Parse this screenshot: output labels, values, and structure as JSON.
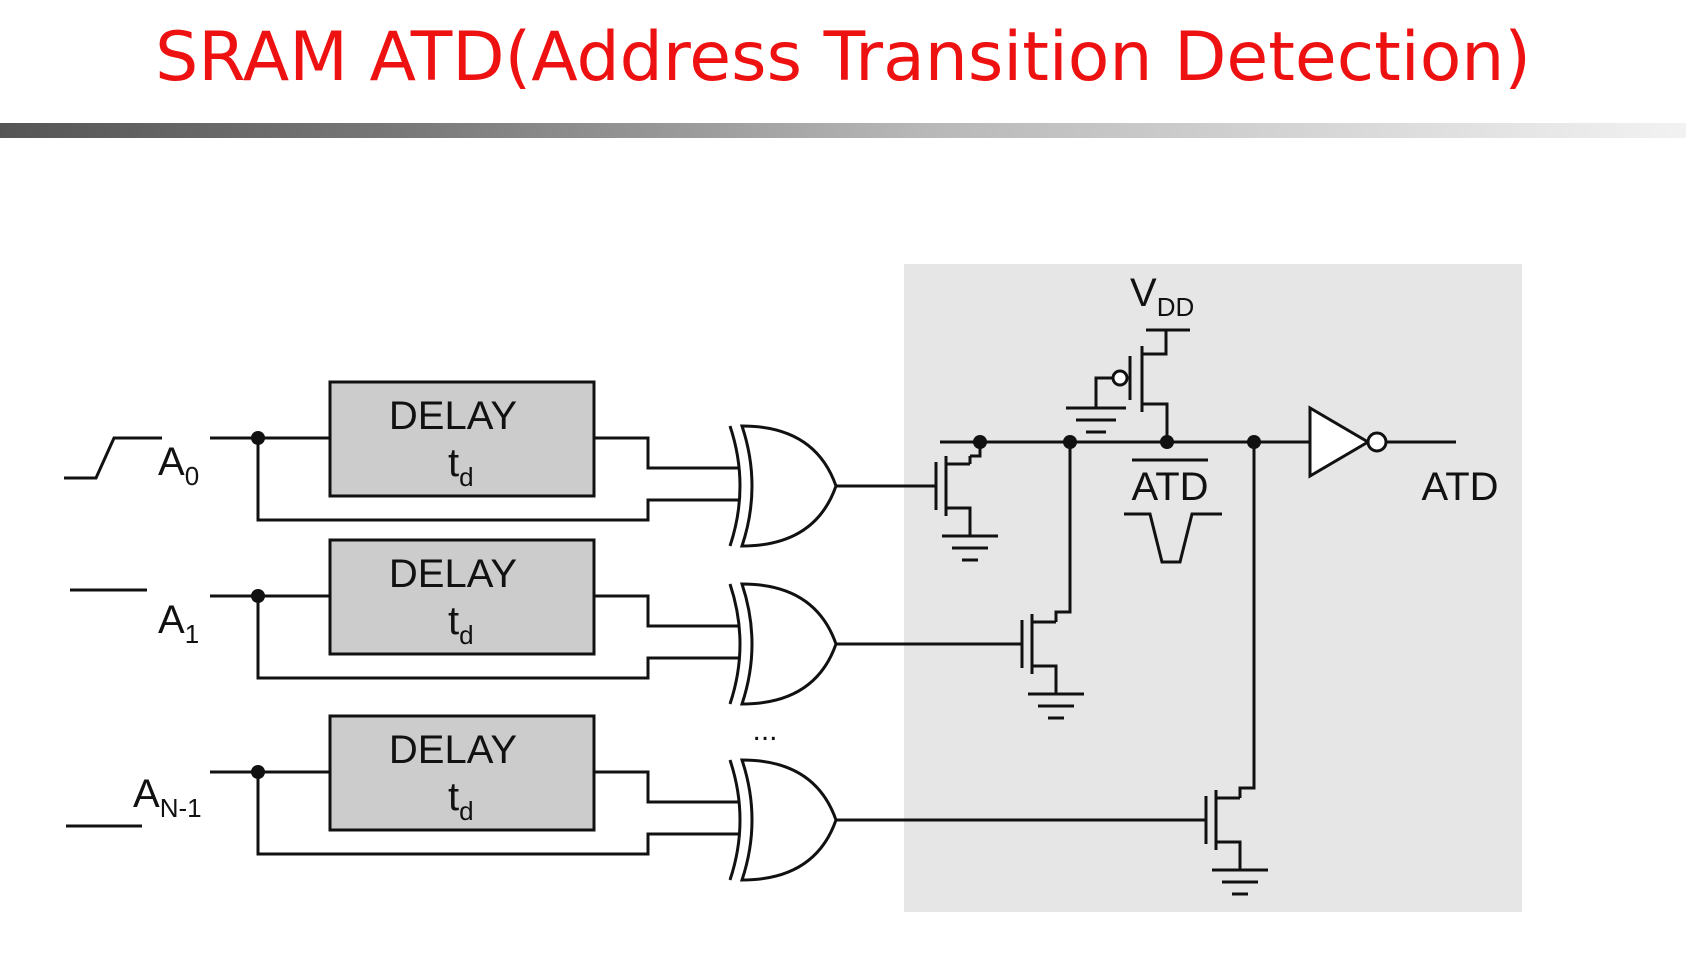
{
  "title": "SRAM ATD(Address Transition Detection)",
  "inputs": [
    {
      "base": "A",
      "sub": "0"
    },
    {
      "base": "A",
      "sub": "1"
    },
    {
      "base": "A",
      "sub": "N-1"
    }
  ],
  "delay_block": {
    "line1": "DELAY",
    "t": "t",
    "t_sub": "d"
  },
  "ellipsis": "...",
  "vdd": {
    "base": "V",
    "sub": "DD"
  },
  "atd_bar_label": "ATD",
  "atd_output_label": "ATD",
  "colors": {
    "title": "#ee1111",
    "shaded_region": "#e6e6e6",
    "delay_fill": "#cccccc",
    "wire": "#111111"
  }
}
